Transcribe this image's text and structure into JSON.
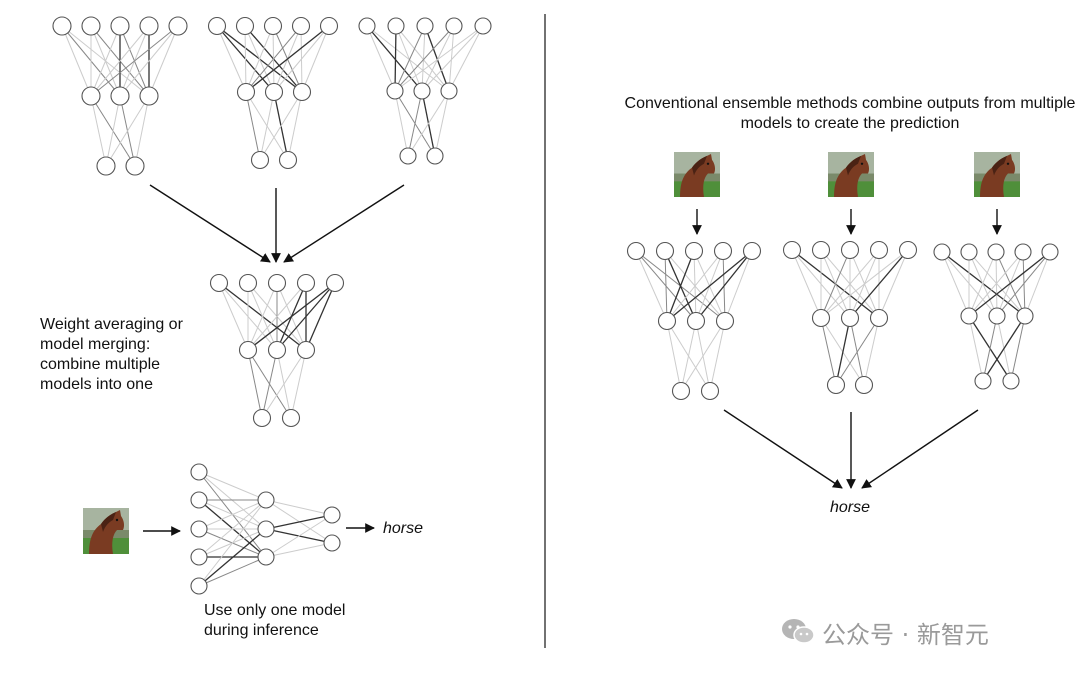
{
  "left_panel": {
    "merge_caption": "Weight averaging or model merging: combine multiple models into one",
    "inference_caption": "Use only one model during inference",
    "output_label": "horse"
  },
  "right_panel": {
    "ensemble_caption": "Conventional ensemble methods combine outputs from multiple models to create the prediction",
    "output_label": "horse"
  },
  "watermark": {
    "text": "公众号 · 新智元",
    "icon": "wechat-icon"
  },
  "colors": {
    "node_stroke": "#555555",
    "edge_dark": "#333333",
    "edge_mid": "#888888",
    "edge_light": "#cccccc",
    "arrow": "#111111",
    "divider": "#444444",
    "watermark": "#9a9a9a"
  }
}
